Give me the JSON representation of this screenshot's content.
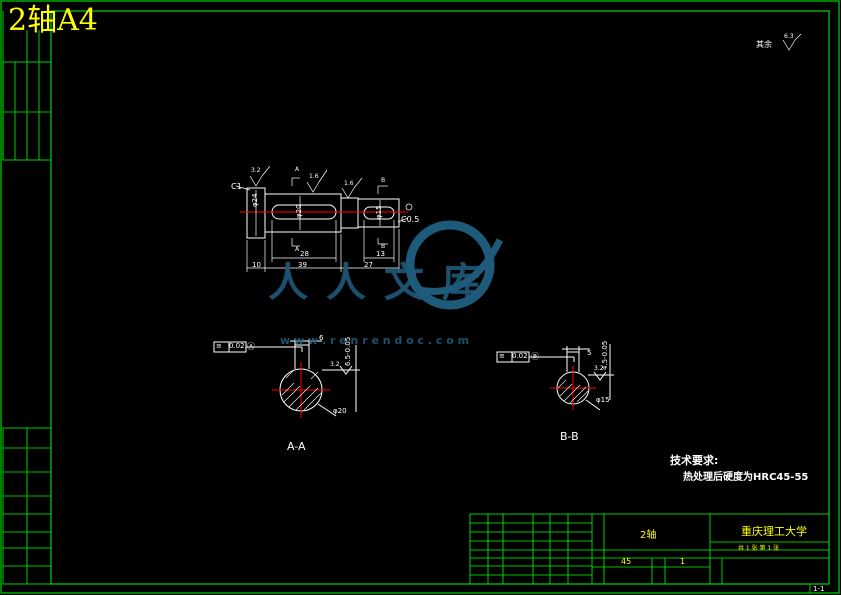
{
  "title": "2轴A4",
  "roughness_note": "其余",
  "roughness_value": "6.3",
  "part_view": {
    "chamfer_left": "C1",
    "chamfer_right": "C0.5",
    "roughness_1": "3.2",
    "roughness_2": "1.6",
    "roughness_3": "1.6",
    "section_mark_a": "A",
    "section_mark_b": "B",
    "dim_dia_24": "φ24",
    "dim_dia_20": "φ20",
    "dim_dia_15": "φ15",
    "dim_len_28": "28",
    "dim_len_13": "13",
    "dim_len_10": "10",
    "dim_len_39": "39",
    "dim_len_27": "27"
  },
  "section_aa": {
    "label": "A-A",
    "tolerance_symbol": "≡",
    "tolerance_value": "0.02",
    "datum": "Ⓐ",
    "dim_width": "6",
    "dim_depth": "6.5-0.05",
    "roughness": "3.2",
    "dia": "φ20"
  },
  "section_bb": {
    "label": "B-B",
    "tolerance_symbol": "≡",
    "tolerance_value": "0.02",
    "datum": "Ⓑ",
    "dim_width": "5",
    "dim_depth": "4.5-0.05",
    "roughness": "3.2",
    "dia": "φ15"
  },
  "tech_req": {
    "heading": "技术要求:",
    "line1": "热处理后硬度为HRC45-55"
  },
  "title_block": {
    "part_name": "2轴",
    "school": "重庆理工大学",
    "material": "45",
    "quantity": "1",
    "sheet_info": "共 1 张 第 1 张",
    "sheet_no": "1-1"
  },
  "watermark": {
    "text_cn": "人人文库",
    "url": "w w w . r e n r e n d o c . c o m"
  },
  "colors": {
    "border": "#00ff00",
    "drawing_lines": "#ffffff",
    "centerline": "#ff0000",
    "title": "#ffff00",
    "watermark": "#1e5a7a"
  }
}
